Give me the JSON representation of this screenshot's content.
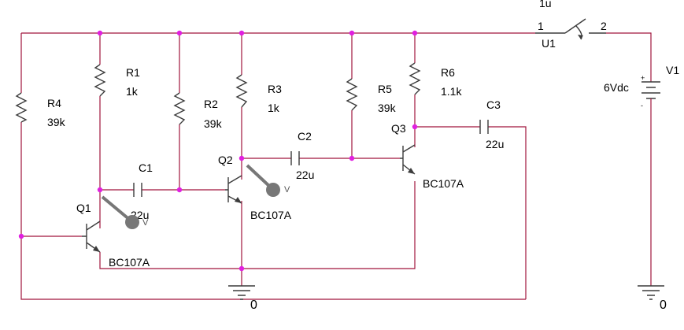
{
  "colors": {
    "wire": "#a0143c",
    "component": "#3c3c3c",
    "node": "#e020e0",
    "probe": "#777777"
  },
  "resistors": {
    "r1": {
      "name": "R1",
      "value": "1k"
    },
    "r2": {
      "name": "R2",
      "value": "39k"
    },
    "r3": {
      "name": "R3",
      "value": "1k"
    },
    "r4": {
      "name": "R4",
      "value": "39k"
    },
    "r5": {
      "name": "R5",
      "value": "39k"
    },
    "r6": {
      "name": "R6",
      "value": "1.1k"
    }
  },
  "capacitors": {
    "c1": {
      "name": "C1",
      "value": "22u"
    },
    "c2": {
      "name": "C2",
      "value": "22u"
    },
    "c3": {
      "name": "C3",
      "value": "22u"
    }
  },
  "transistors": {
    "q1": {
      "name": "Q1",
      "model": "BC107A"
    },
    "q2": {
      "name": "Q2",
      "model": "BC107A"
    },
    "q3": {
      "name": "Q3",
      "model": "BC107A"
    }
  },
  "switch": {
    "name": "U1",
    "time": "1u",
    "pin1": "1",
    "pin2": "2"
  },
  "source": {
    "name": "V1",
    "value": "6Vdc",
    "plus": "+",
    "minus": "-"
  },
  "grounds": {
    "ground_main": "0",
    "ground_source": "0"
  },
  "probes": {
    "probe_label": "V"
  }
}
